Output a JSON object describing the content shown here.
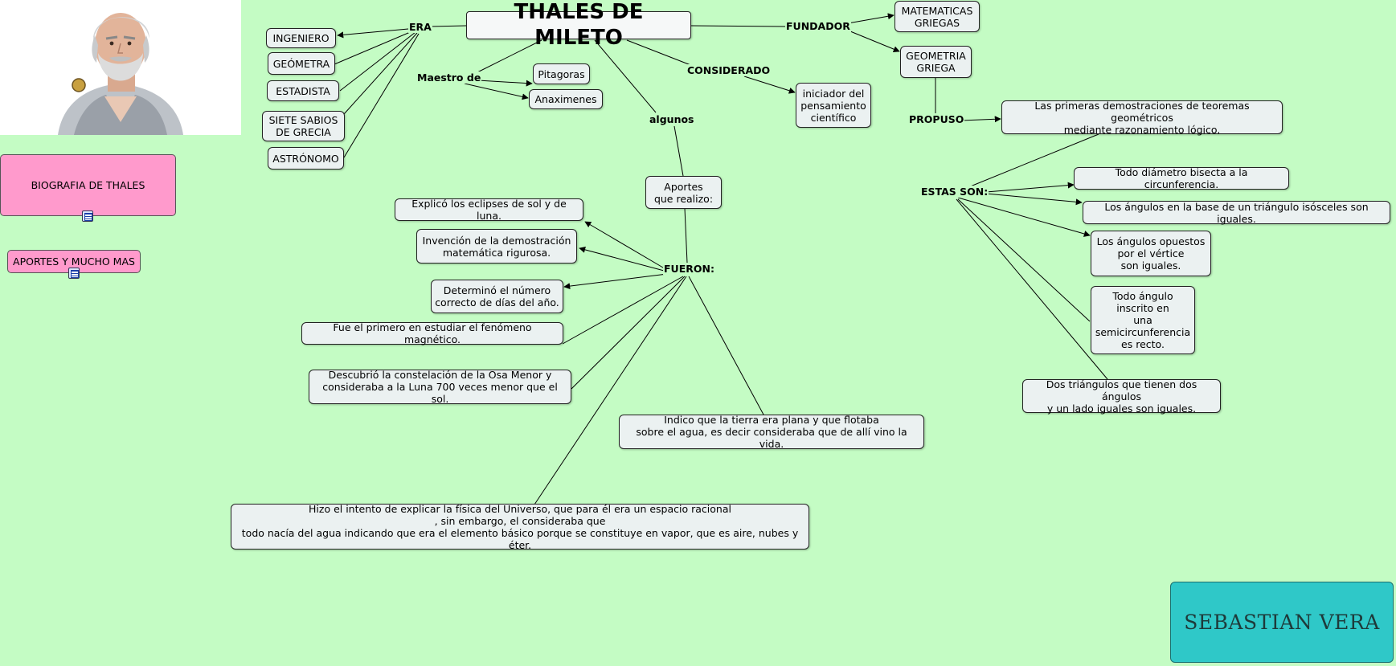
{
  "title": "THALES DE MILETO",
  "photo_alt": "Thales of Miletus portrait",
  "era": {
    "label": "ERA",
    "items": [
      "INGENIERO",
      "GEÓMETRA",
      "ESTADISTA",
      "SIETE SABIOS\nDE GRECIA",
      "ASTRÓNOMO"
    ]
  },
  "maestro": {
    "label": "Maestro de",
    "items": [
      "Pitagoras",
      "Anaximenes"
    ]
  },
  "algunos": {
    "label": "algunos",
    "aportes_node": "Aportes\nque realizo:",
    "fueron_label": "FUERON:",
    "items": [
      "Explicó los eclipses de sol y de luna.",
      "Invención de la demostración\nmatemática rigurosa.",
      "Determinó el número\ncorrecto de días del año.",
      "Fue el primero en estudiar el fenómeno magnético.",
      "Descubrió la constelación de la Osa Menor y\nconsideraba a la Luna 700 veces menor que el sol.",
      "Indico que la tierra era plana y que flotaba\nsobre el agua, es decir consideraba que de allí vino la vida.",
      "Hizo el intento de explicar la física del Universo, que para él era un espacio racional\n, sin embargo, el consideraba que\ntodo nacía del agua indicando que era el elemento básico porque se constituye en vapor, que es aire, nubes y éter."
    ]
  },
  "considerado": {
    "label": "CONSIDERADO",
    "node": "iniciador del\npensamiento\ncientífico"
  },
  "fundador": {
    "label": "FUNDADOR",
    "items": [
      "MATEMATICAS\nGRIEGAS",
      "GEOMETRIA\nGRIEGA"
    ]
  },
  "propuso": {
    "label": "PROPUSO",
    "node": "Las primeras demostraciones de teoremas geométricos\nmediante razonamiento lógico.",
    "estas_label": "ESTAS SON:",
    "items": [
      "Todo diámetro bisecta a la circunferencia.",
      "Los ángulos en la base de un triángulo isósceles son iguales.",
      "Los ángulos opuestos\npor el vértice\nson iguales.",
      "Todo ángulo\ninscrito en\nuna\nsemicircunferencia\nes recto.",
      "Dos triángulos que tienen dos ángulos\ny un lado iguales son iguales."
    ]
  },
  "sidebar": {
    "bio_link": "BIOGRAFIA DE THALES",
    "aportes_link": "APORTES Y MUCHO MAS"
  },
  "author": "SEBASTIAN VERA",
  "colors": {
    "background": "#c4fcc4",
    "node_fill": "#ebf1f1",
    "link_box": "#ff9acc",
    "author_box": "#2fc8c8"
  }
}
